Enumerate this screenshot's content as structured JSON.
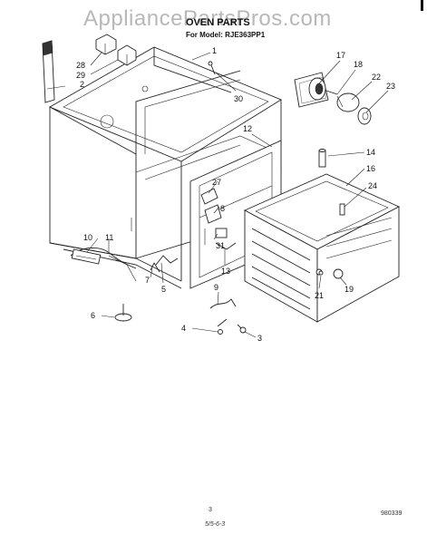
{
  "watermark": "AppliancePartsPros.com",
  "header": {
    "title": "OVEN PARTS",
    "model_line": "For Model: RJE363PP1"
  },
  "callouts": {
    "p1": "1",
    "p2": "2",
    "p3": "3",
    "p4": "4",
    "p5": "5",
    "p6": "6",
    "p7": "7",
    "p8": "8",
    "p9": "9",
    "p10": "10",
    "p11": "11",
    "p12": "12",
    "p13": "13",
    "p14": "14",
    "p16": "16",
    "p17": "17",
    "p18": "18",
    "p19": "19",
    "p21": "21",
    "p22": "22",
    "p23": "23",
    "p24": "24",
    "p27": "27",
    "p28": "28",
    "p29": "29",
    "p30": "30",
    "p31": "31"
  },
  "footer": {
    "page_number": "3",
    "code": "980339",
    "handwritten_note": "5/5-6-3"
  }
}
